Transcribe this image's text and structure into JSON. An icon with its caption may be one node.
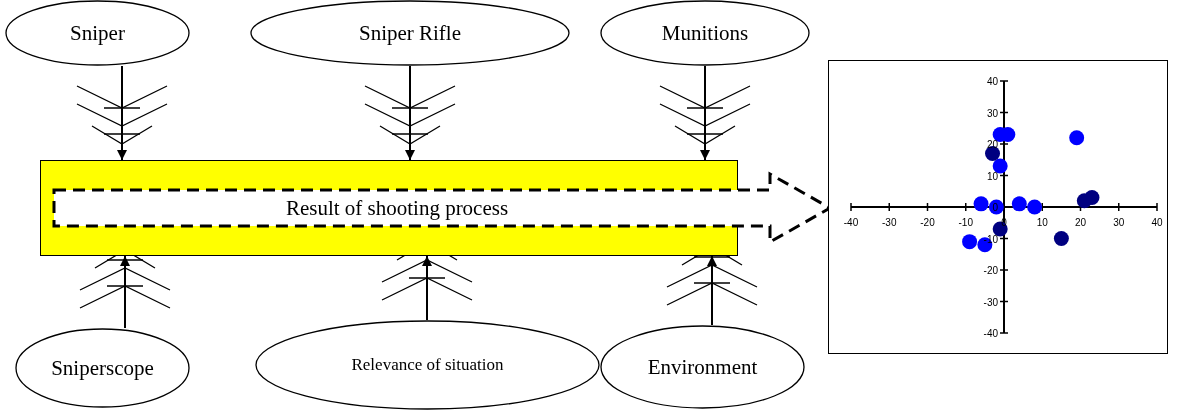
{
  "diagram": {
    "nodes": [
      {
        "text": [
          "Sniper"
        ]
      },
      {
        "text": [
          "Sniper Rifle"
        ]
      },
      {
        "text": [
          "Munitions"
        ]
      },
      {
        "text": [],
        "shape": "box"
      },
      {
        "text": [
          "Result of shooting process"
        ]
      },
      {
        "text": [
          "Sniperscope"
        ]
      },
      {
        "text": [
          "Relevance of situation"
        ]
      },
      {
        "text": [
          "Environment"
        ]
      }
    ],
    "edges": [
      {
        "from": 0,
        "to": 3,
        "arrow": "to"
      },
      {
        "from": 1,
        "to": 3,
        "arrow": "to"
      },
      {
        "from": 2,
        "to": 3,
        "arrow": "to"
      },
      {
        "from": 5,
        "to": 3,
        "arrow": "to"
      },
      {
        "from": 6,
        "to": 3,
        "arrow": "to"
      },
      {
        "from": 7,
        "to": 3,
        "arrow": "to"
      }
    ],
    "chart_data": {
      "type": "scatter",
      "xlim": [
        -40,
        40
      ],
      "ylim": [
        -40,
        40
      ],
      "xticks": [
        -40,
        -30,
        -20,
        -10,
        0,
        10,
        20,
        30,
        40
      ],
      "yticks": [
        -40,
        -30,
        -20,
        -10,
        0,
        10,
        20,
        30,
        40
      ],
      "series": [
        {
          "color": "#0000ff",
          "x": [
            -6,
            -2,
            4,
            8,
            -9,
            -5,
            -1,
            1,
            -1,
            19
          ],
          "values": [
            1,
            0,
            1,
            0,
            -11,
            -12,
            23,
            23,
            13,
            22
          ]
        },
        {
          "color": "#000080",
          "x": [
            -1,
            15,
            21,
            23,
            -3
          ],
          "values": [
            -7,
            -10,
            2,
            3,
            17
          ]
        }
      ]
    }
  }
}
